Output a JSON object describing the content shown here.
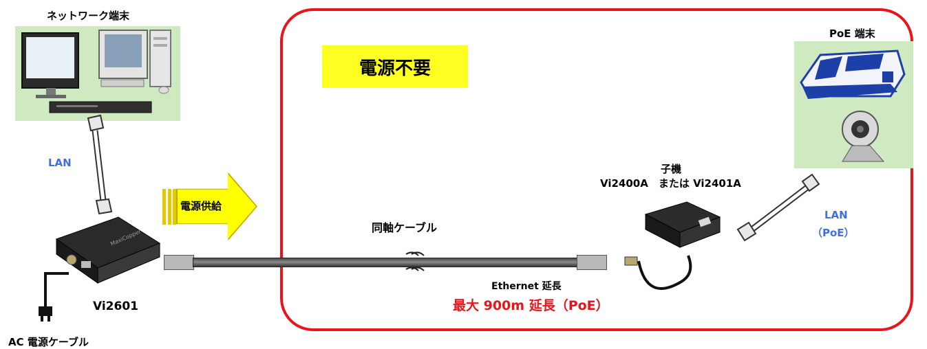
{
  "labels": {
    "network_terminal": "ネットワーク端末",
    "lan_left": "LAN",
    "power_supply": "電源供給",
    "no_power_needed": "電源不要",
    "coax_cable": "同軸ケーブル",
    "ethernet_extension": "Ethernet 延長",
    "max_extension": "最大 900m 延長（PoE）",
    "sub_unit": "子機",
    "sub_unit_models": "Vi2400A　または Vi2401A",
    "poe_terminal": "PoE 端末",
    "lan_right": "LAN",
    "lan_right_sub": "（PoE）",
    "main_unit": "Vi2601",
    "ac_cable": "AC 電源ケーブル"
  },
  "colors": {
    "frame_red": "#e8151b",
    "highlight_yellow": "#ffff22",
    "lan_blue": "#3f6fe0",
    "emphasis_red": "#e8151b"
  }
}
